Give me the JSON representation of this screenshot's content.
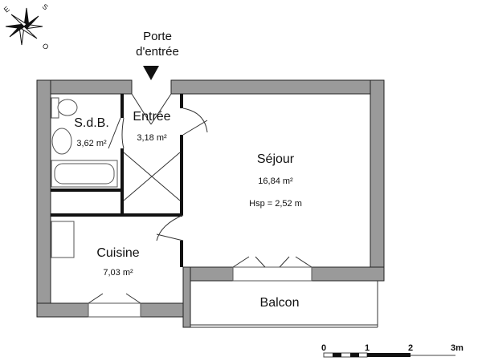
{
  "compass": {
    "letters": [
      "E",
      "S",
      "O"
    ]
  },
  "entrance": {
    "line1": "Porte",
    "line2": "d'entrée"
  },
  "rooms": [
    {
      "name": "S.d.B.",
      "area": "3,62 m²"
    },
    {
      "name": "Entrée",
      "area": "3,18 m²"
    },
    {
      "name": "Séjour",
      "area": "16,84 m²",
      "extra": "Hsp = 2,52 m"
    },
    {
      "name": "Cuisine",
      "area": "7,03 m²"
    },
    {
      "name": "Balcon"
    }
  ],
  "scale": {
    "ticks": [
      "0",
      "1",
      "2",
      "3m"
    ]
  },
  "colors": {
    "wall": "#9a9a9a",
    "outline": "#222222"
  }
}
